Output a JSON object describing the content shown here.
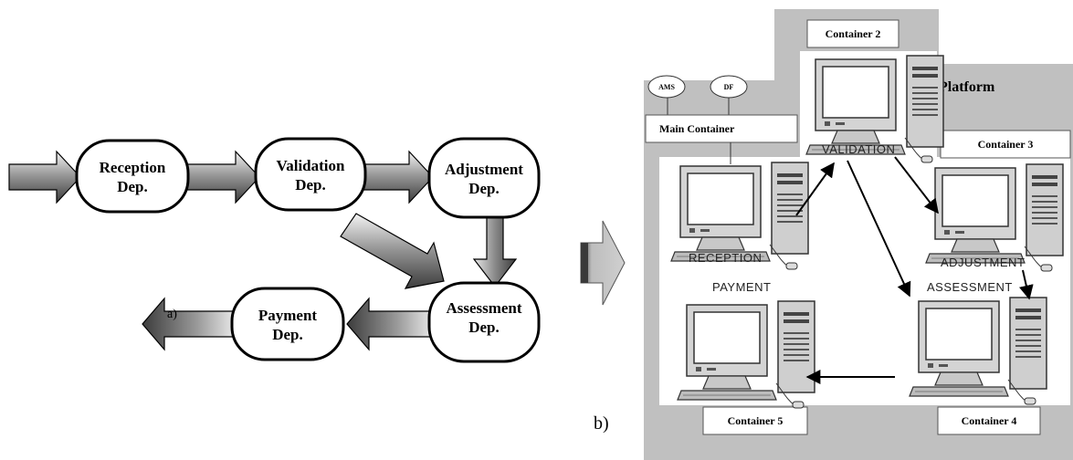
{
  "panel_a": {
    "label": "a)",
    "departments": {
      "reception": [
        "Reception",
        "Dep."
      ],
      "validation": [
        "Validation",
        "Dep."
      ],
      "adjustment": [
        "Adjustment",
        "Dep."
      ],
      "assessment": [
        "Assessment",
        "Dep."
      ],
      "payment": [
        "Payment",
        "Dep."
      ]
    }
  },
  "panel_b": {
    "label": "b)",
    "platform": "Platform",
    "main_container": "Main Container",
    "services": [
      "AMS",
      "DF"
    ],
    "containers": {
      "c2": "Container 2",
      "c3": "Container 3",
      "c4": "Container 4",
      "c5": "Container 5"
    },
    "computers": {
      "validation": "VALIDATION",
      "reception": "RECEPTION",
      "adjustment": "ADJUSTMENT",
      "payment": "PAYMENT",
      "assessment": "ASSESSMENT"
    }
  },
  "colors": {
    "platform_bg": "#c0c0c0",
    "arrow_dark": "#505050",
    "arrow_light": "#d8d8d8"
  }
}
